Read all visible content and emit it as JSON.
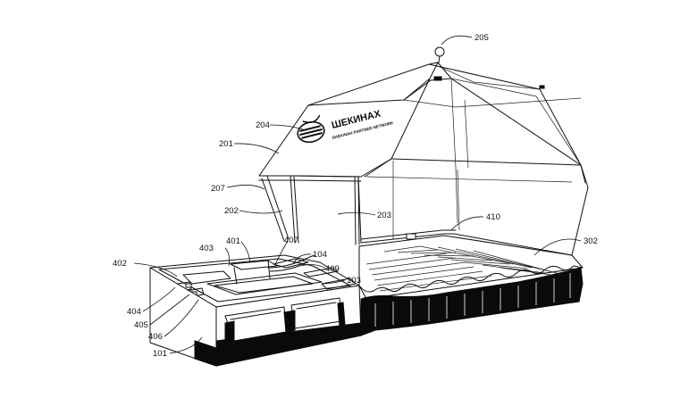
{
  "figure": {
    "logo_main": "ШЕКИНАХ",
    "logo_sub": "SHEKINAH PARTNER NETWORK",
    "labels": [
      {
        "id": "lbl-205",
        "text": "205"
      },
      {
        "id": "lbl-204",
        "text": "204"
      },
      {
        "id": "lbl-201",
        "text": "201"
      },
      {
        "id": "lbl-207",
        "text": "207"
      },
      {
        "id": "lbl-202",
        "text": "202"
      },
      {
        "id": "lbl-203",
        "text": "203"
      },
      {
        "id": "lbl-410",
        "text": "410"
      },
      {
        "id": "lbl-302",
        "text": "302"
      },
      {
        "id": "lbl-401",
        "text": "401"
      },
      {
        "id": "lbl-403",
        "text": "403"
      },
      {
        "id": "lbl-407",
        "text": "407"
      },
      {
        "id": "lbl-104",
        "text": "104"
      },
      {
        "id": "lbl-402",
        "text": "402"
      },
      {
        "id": "lbl-409",
        "text": "409"
      },
      {
        "id": "lbl-103",
        "text": "103"
      },
      {
        "id": "lbl-404",
        "text": "404"
      },
      {
        "id": "lbl-405",
        "text": "405"
      },
      {
        "id": "lbl-406",
        "text": "406"
      },
      {
        "id": "lbl-101",
        "text": "101"
      }
    ]
  }
}
